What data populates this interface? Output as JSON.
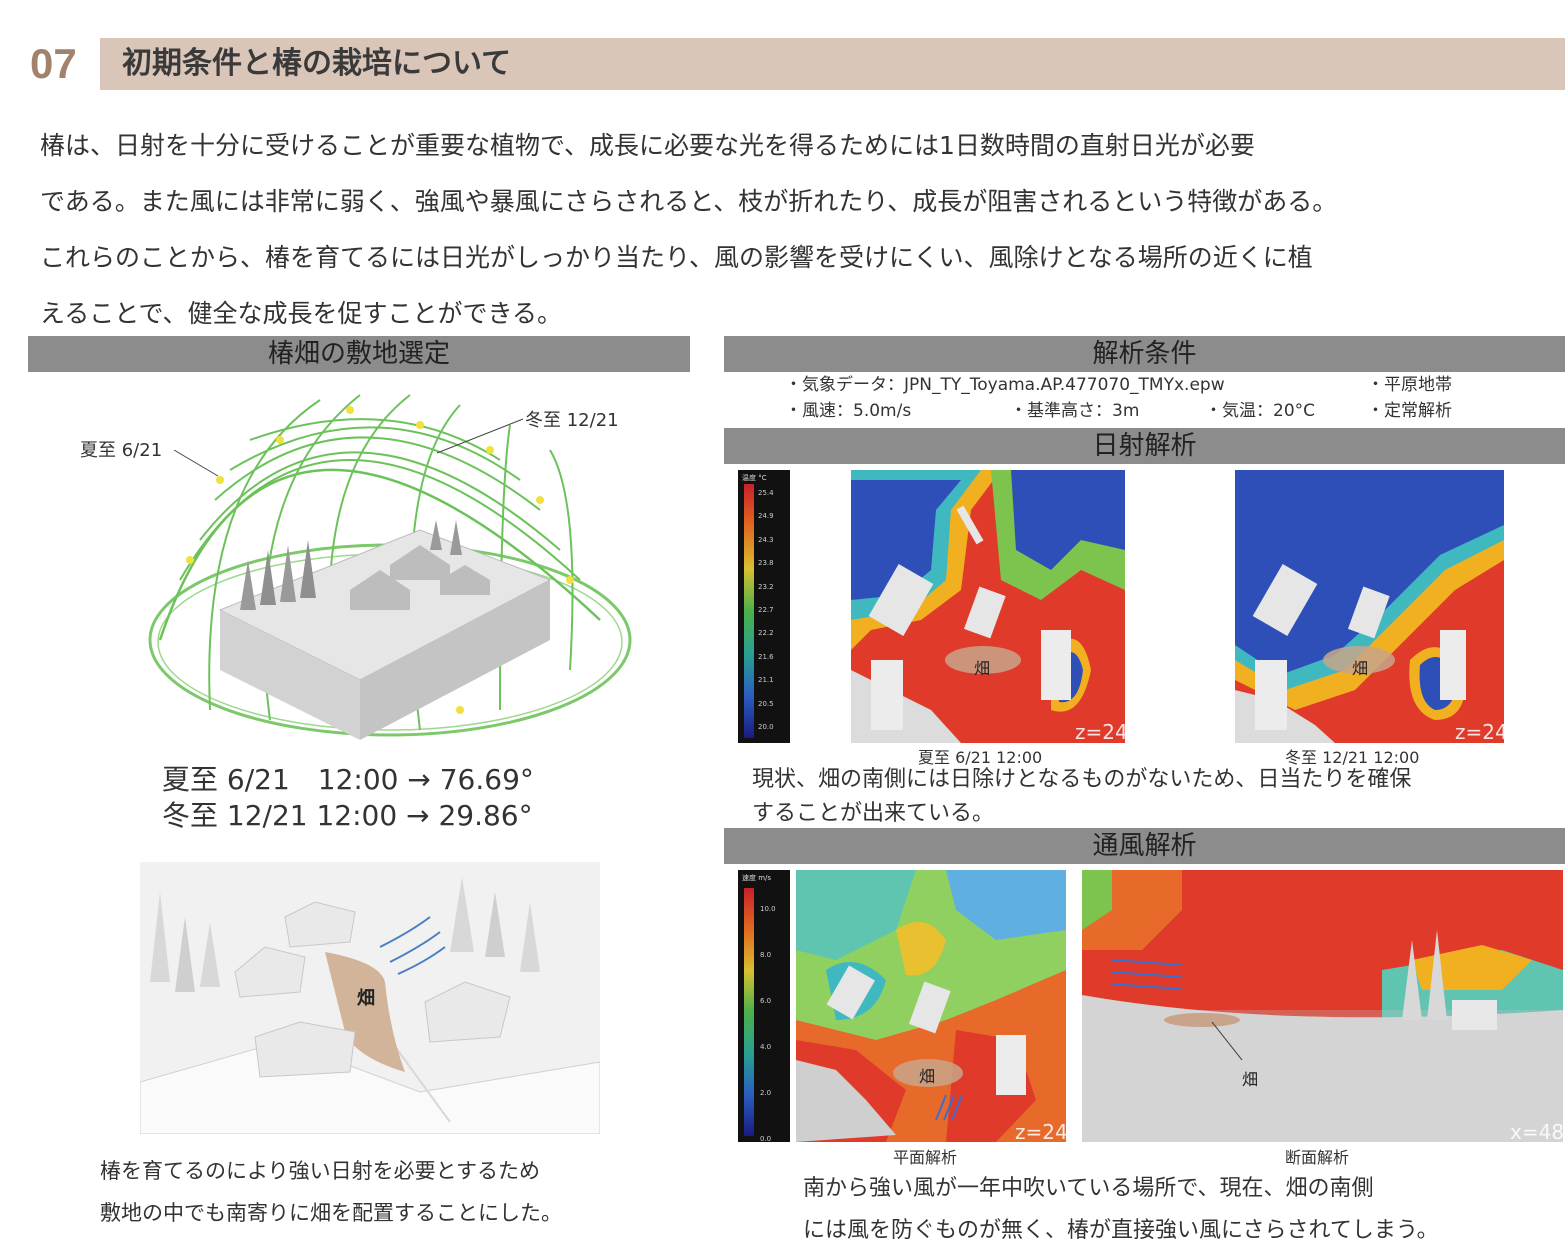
{
  "section": {
    "number": "07",
    "title": "初期条件と椿の栽培について"
  },
  "intro": {
    "lines": [
      "椿は、日射を十分に受けることが重要な植物で、成長に必要な光を得るためには1日数時間の直射日光が必要",
      "である。また風には非常に弱く、強風や暴風にさらされると、枝が折れたり、成長が阻害されるという特徴がある。",
      "これらのことから、椿を育てるには日光がしっかり当たり、風の影響を受けにくい、風除けとなる場所の近くに植",
      "えることで、健全な成長を促すことができる。"
    ]
  },
  "left": {
    "header": "椿畑の敷地選定",
    "sunpath": {
      "summer_label": "夏至 6/21",
      "winter_label": "冬至 12/21"
    },
    "angles": [
      "夏至 6/21　12:00 → 76.69°",
      "冬至 12/21 12:00 → 29.86°"
    ],
    "site_field_label": "畑",
    "caption": [
      "椿を育てるのにより強い日射を必要とするため",
      "敷地の中でも南寄りに畑を配置することにした。"
    ]
  },
  "right": {
    "conditions": {
      "header": "解析条件",
      "weather": "・気象データ：JPN_TY_Toyama.AP.477070_TMYx.epw",
      "zone": "・平原地帯",
      "wind_speed": "・風速：5.0m/s",
      "ref_height": "・基準高さ：3m",
      "temperature": "・気温：20°C",
      "steady": "・定常解析"
    },
    "solar": {
      "header": "日射解析",
      "legend_title": "温度 °C",
      "legend_ticks": [
        "25.4",
        "24.9",
        "24.3",
        "23.8",
        "23.2",
        "22.7",
        "22.2",
        "21.6",
        "21.1",
        "20.5",
        "20.0"
      ],
      "summer_caption": "夏至 6/21 12:00",
      "winter_caption": "冬至 12/21 12:00",
      "field_label": "畑",
      "z_label": "z=24",
      "text": [
        "現状、畑の南側には日除けとなるものがないため、日当たりを確保",
        "することが出来ている。"
      ]
    },
    "wind": {
      "header": "通風解析",
      "legend_title": "速度 m/s",
      "legend_ticks": [
        "10.0",
        "8.0",
        "6.0",
        "4.0",
        "2.0",
        "0.0"
      ],
      "plan_caption": "平面解析",
      "section_caption": "断面解析",
      "field_label": "畑",
      "z_label": "z=24",
      "x_label": "x=48",
      "text": [
        "南から強い風が一年中吹いている場所で、現在、畑の南側",
        "には風を防ぐものが無く、椿が直接強い風にさらされてしまう。"
      ]
    }
  },
  "colors": {
    "accent": "#a0826d",
    "title_bar": "#d9c6b8",
    "band": "#8c8c8c",
    "field": "#d2b49a"
  }
}
